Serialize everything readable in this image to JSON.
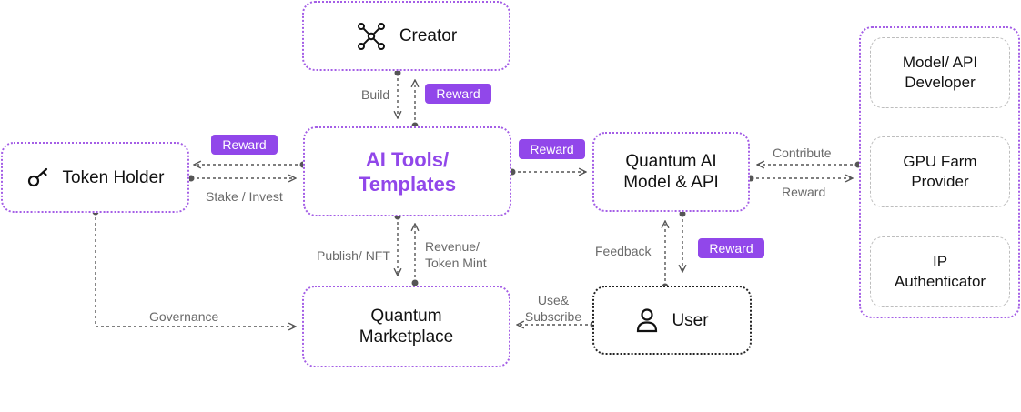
{
  "nodes": {
    "creator": "Creator",
    "ai_tools": "AI Tools/\nTemplates",
    "token_holder": "Token Holder",
    "quantum_ai": "Quantum AI\nModel & API",
    "marketplace": "Quantum\nMarketplace",
    "user": "User",
    "model_api_developer": "Model/ API\nDeveloper",
    "gpu_farm_provider": "GPU Farm\nProvider",
    "ip_authenticator": "IP\nAuthenticator"
  },
  "edge_labels": {
    "build": "Build",
    "stake_invest": "Stake / Invest",
    "publish_nft": "Publish/ NFT",
    "revenue_token_mint": "Revenue/\nToken Mint",
    "contribute": "Contribute",
    "reward_provider": "Reward",
    "feedback": "Feedback",
    "use_subscribe": "Use&\nSubscribe",
    "governance": "Governance"
  },
  "badges": {
    "reward_creator": "Reward",
    "reward_token_holder": "Reward",
    "reward_quantum_ai": "Reward",
    "reward_user": "Reward"
  },
  "icons": {
    "creator": "network-icon",
    "token_holder": "key-icon",
    "user": "user-icon"
  },
  "colors": {
    "accent": "#9147ea",
    "border_purple": "#a45ee6",
    "edge": "#555555"
  }
}
